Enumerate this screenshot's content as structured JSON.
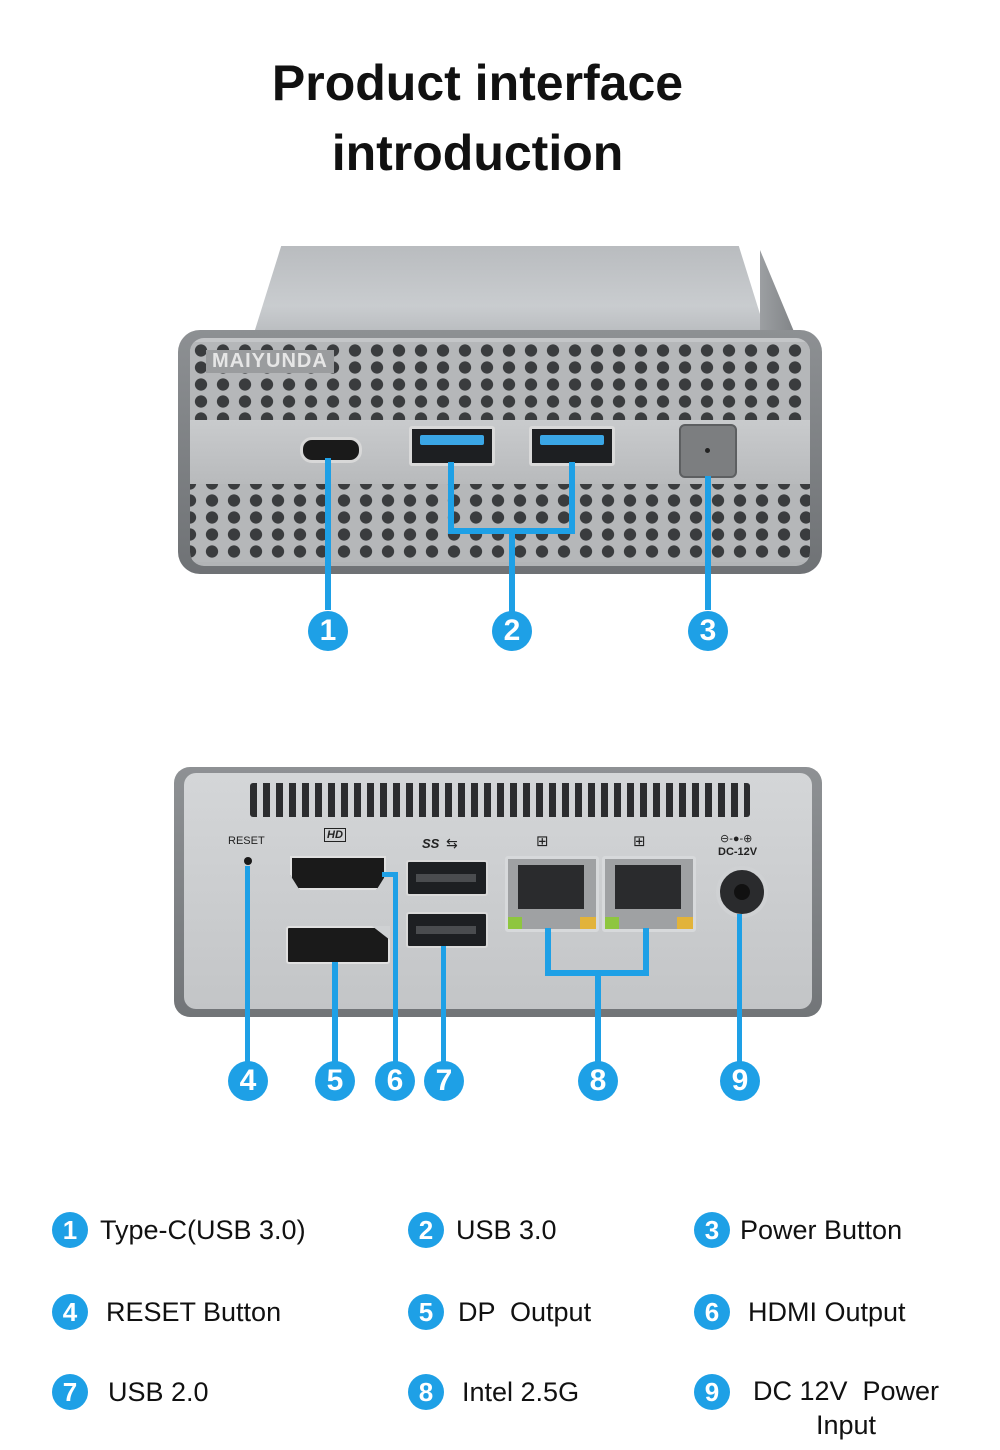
{
  "title": {
    "line1": "Product interface",
    "line2": "introduction"
  },
  "device": {
    "brand": "MAIYUNDA",
    "reset_label": "RESET",
    "hd_label": "HD",
    "ss_label": "SS",
    "dc_label": "DC-12V"
  },
  "accent_color": "#1ea0e6",
  "callouts": [
    "1",
    "2",
    "3",
    "4",
    "5",
    "6",
    "7",
    "8",
    "9"
  ],
  "legend": [
    {
      "num": "1",
      "text": "Type-C(USB 3.0)"
    },
    {
      "num": "2",
      "text": "USB 3.0"
    },
    {
      "num": "3",
      "text": "Power Button"
    },
    {
      "num": "4",
      "text": "RESET Button"
    },
    {
      "num": "5",
      "text": "DP  Output"
    },
    {
      "num": "6",
      "text": "HDMI Output"
    },
    {
      "num": "7",
      "text": "USB 2.0"
    },
    {
      "num": "8",
      "text": "Intel 2.5G"
    },
    {
      "num": "9",
      "text": "DC 12V  Power Input"
    }
  ]
}
